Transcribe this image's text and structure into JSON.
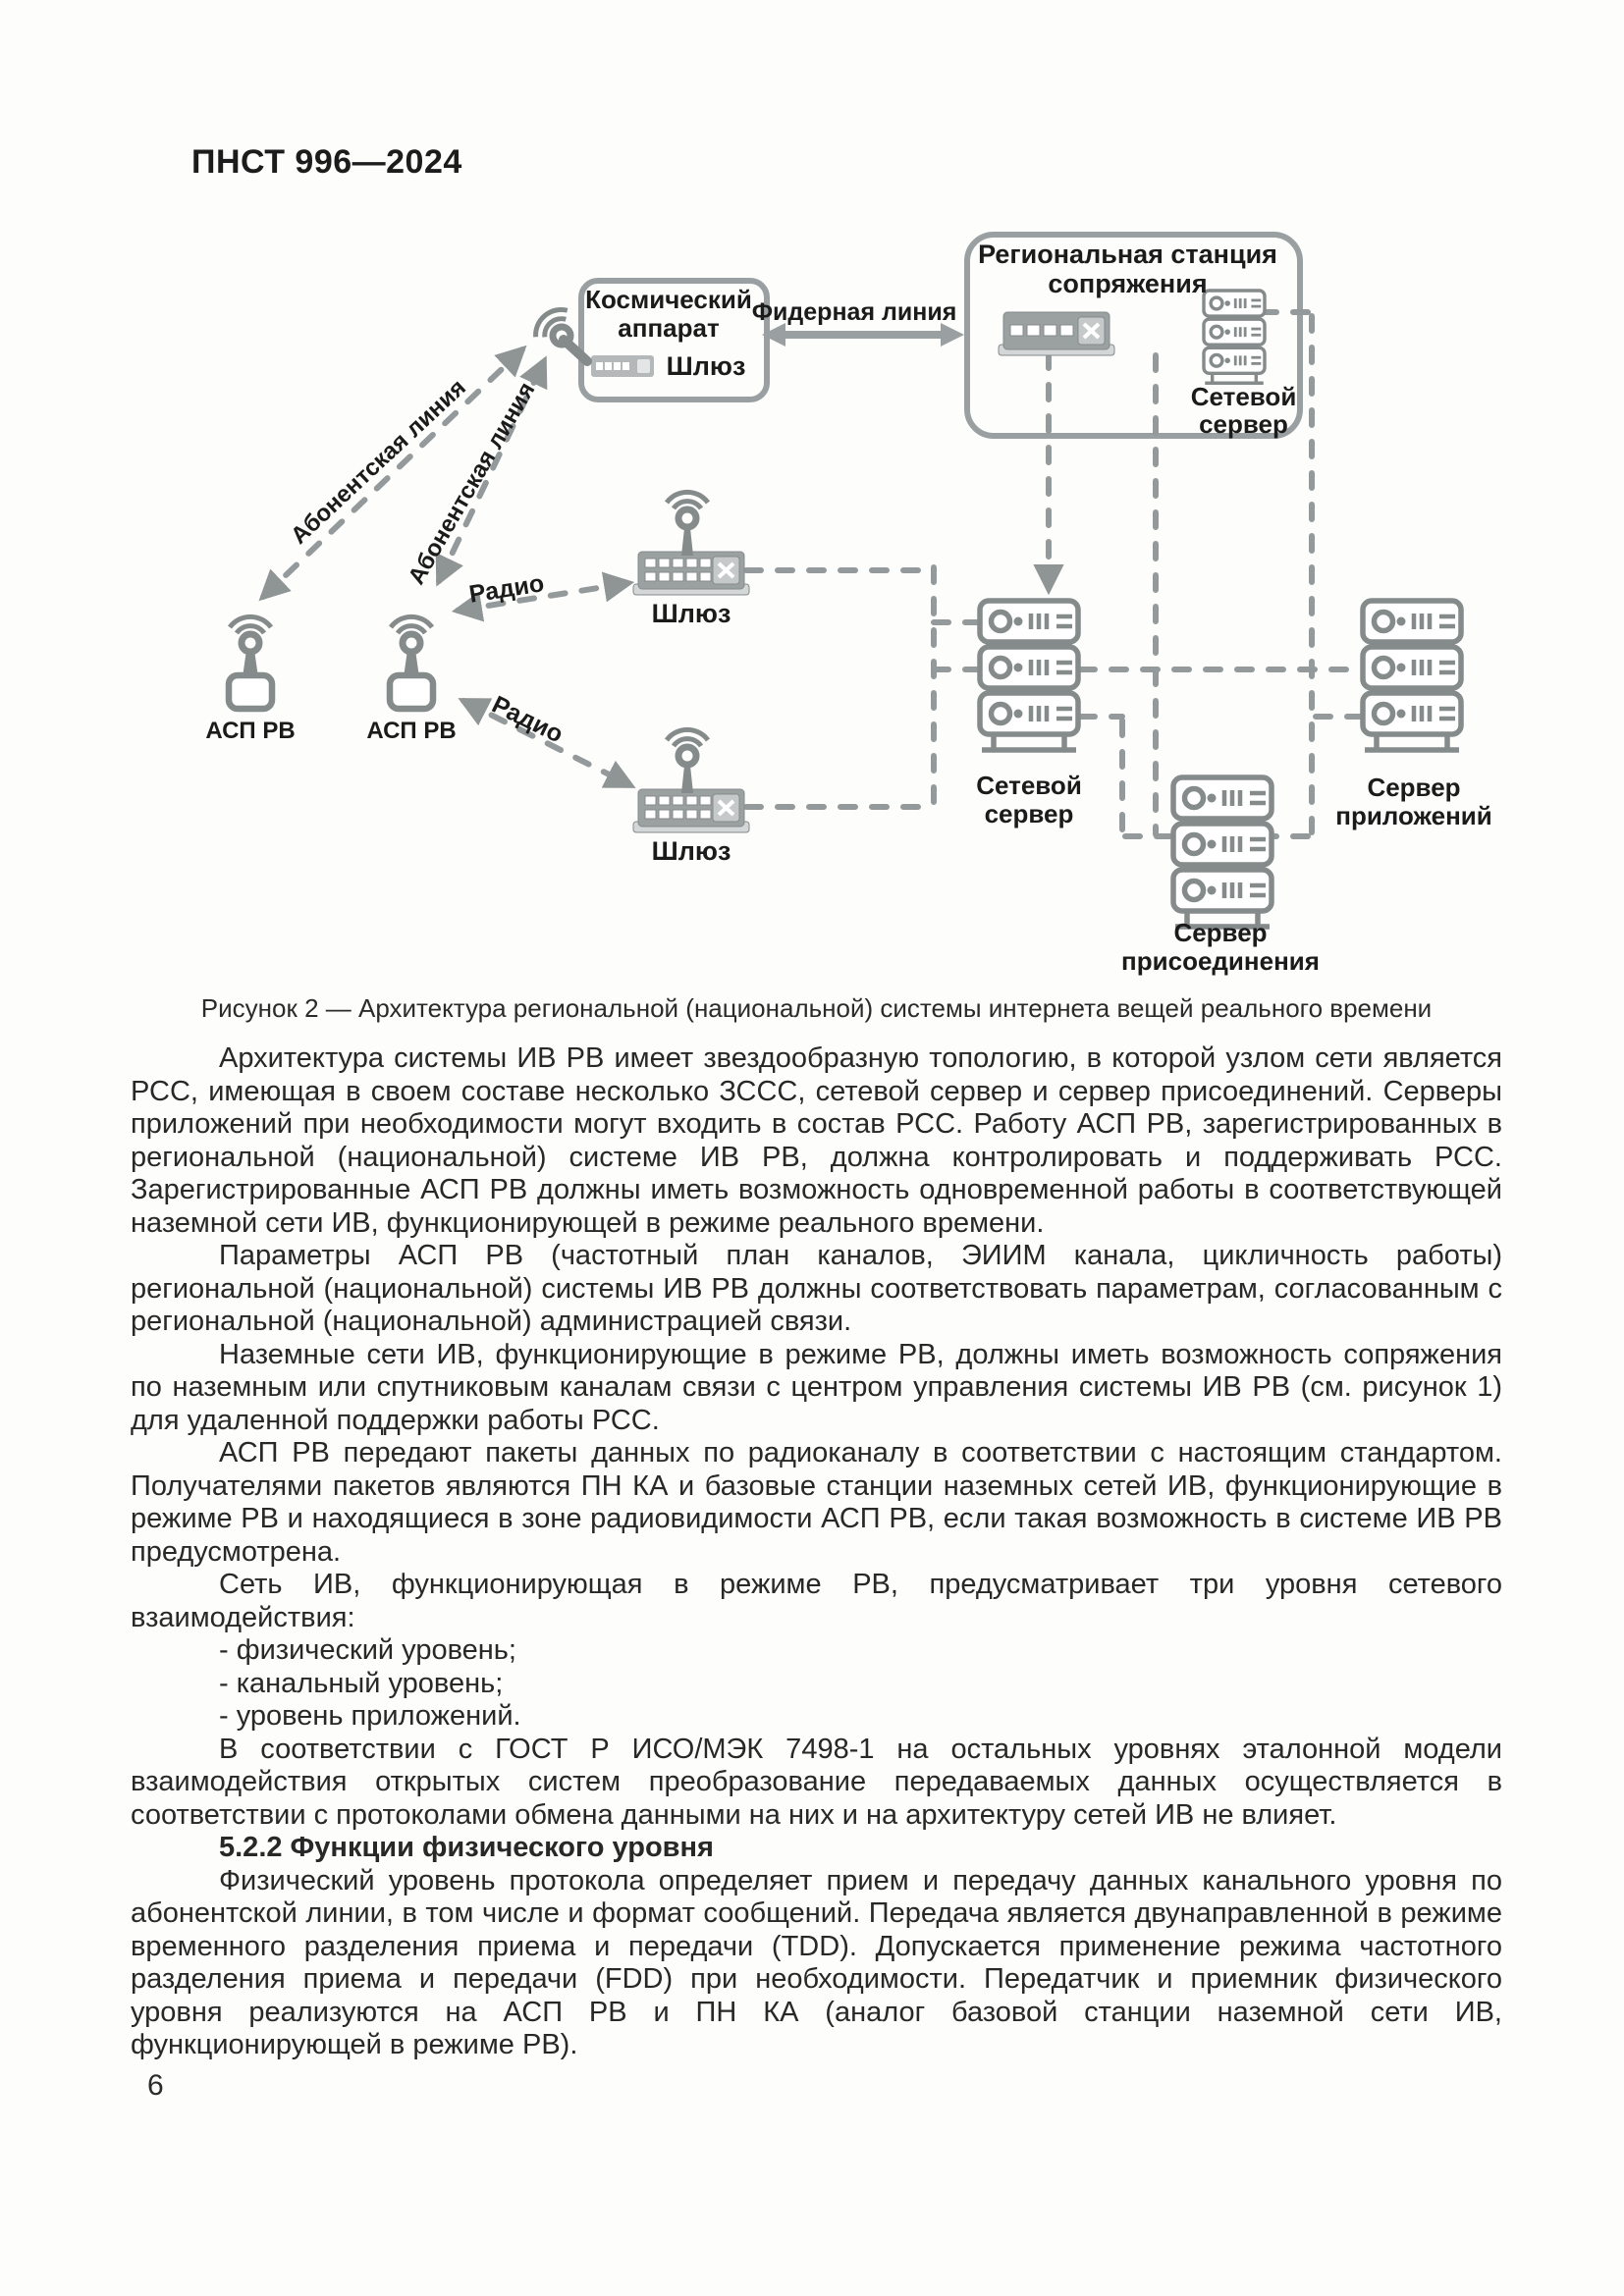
{
  "page": {
    "header": "ПНСТ 996—2024",
    "page_number": "6"
  },
  "figure": {
    "caption": "Рисунок 2 — Архитектура региональной (национальной) системы интернета вещей реального времени",
    "spacecraft_title": "Космический аппарат",
    "spacecraft_gateway_label": "Шлюз",
    "rss_title": "Региональная станция сопряжения",
    "rss_server_label": "Сетевой сервер",
    "feeder_line_label": "Фидерная линия",
    "subscriber_line_label": "Абонентская линия",
    "radio_label": "Радио",
    "asp_label": "АСП РВ",
    "gateway_label": "Шлюз",
    "network_server_label": "Сетевой сервер",
    "app_server_label": "Сервер приложений",
    "join_server_label": "Сервер присоединения"
  },
  "content": {
    "p1": "Архитектура системы ИВ РВ имеет звездообразную топологию, в которой узлом сети является РСС, имеющая в своем составе несколько ЗССС, сетевой сервер и сервер присоединений. Серверы приложений при необходимости могут входить в состав РСС. Работу АСП РВ, зарегистрированных в региональной (национальной) системе ИВ РВ, должна контролировать и поддерживать РСС. Зарегистрированные АСП РВ должны иметь возможность одновременной работы в соответствующей наземной сети ИВ, функционирующей в режиме реального времени.",
    "p2": "Параметры АСП РВ (частотный план каналов, ЭИИМ канала, цикличность работы) региональной (национальной) системы ИВ РВ должны соответствовать параметрам, согласованным с региональной (национальной) администрацией связи.",
    "p3": "Наземные сети ИВ, функционирующие в режиме РВ, должны иметь возможность сопряжения по наземным или спутниковым каналам связи с центром управления системы ИВ РВ (см. рисунок 1) для удаленной поддержки работы РСС.",
    "p4": "АСП РВ передают пакеты данных по радиоканалу в соответствии с настоящим стандартом. Получателями пакетов являются ПН КА и базовые станции наземных сетей ИВ, функционирующие в режиме РВ и находящиеся в зоне радиовидимости АСП РВ, если такая возможность в системе ИВ РВ предусмотрена.",
    "p5": "Сеть ИВ, функционирующая в режиме РВ, предусматривает три уровня сетевого взаимодействия:",
    "li1": "- физический уровень;",
    "li2": "- канальный уровень;",
    "li3": "- уровень приложений.",
    "p6": "В соответствии с ГОСТ Р ИСО/МЭК 7498-1 на остальных уровнях эталонной модели взаимодействия открытых систем преобразование передаваемых данных осуществляется в соответствии с протоколами обмена данными на них и на архитектуру сетей ИВ не влияет.",
    "heading_522": "5.2.2 Функции физического уровня",
    "p7": "Физический уровень протокола определяет прием и передачу данных канального уровня по абонентской линии, в том числе и формат сообщений. Передача является двунаправленной в режиме временного разделения приема и передачи (TDD). Допускается применение режима частотного разделения приема и передачи (FDD) при необходимости. Передатчик и приемник физического уровня реализуются на АСП РВ и ПН КА (аналог базовой станции наземной сети ИВ, функционирующей в режиме РВ)."
  }
}
